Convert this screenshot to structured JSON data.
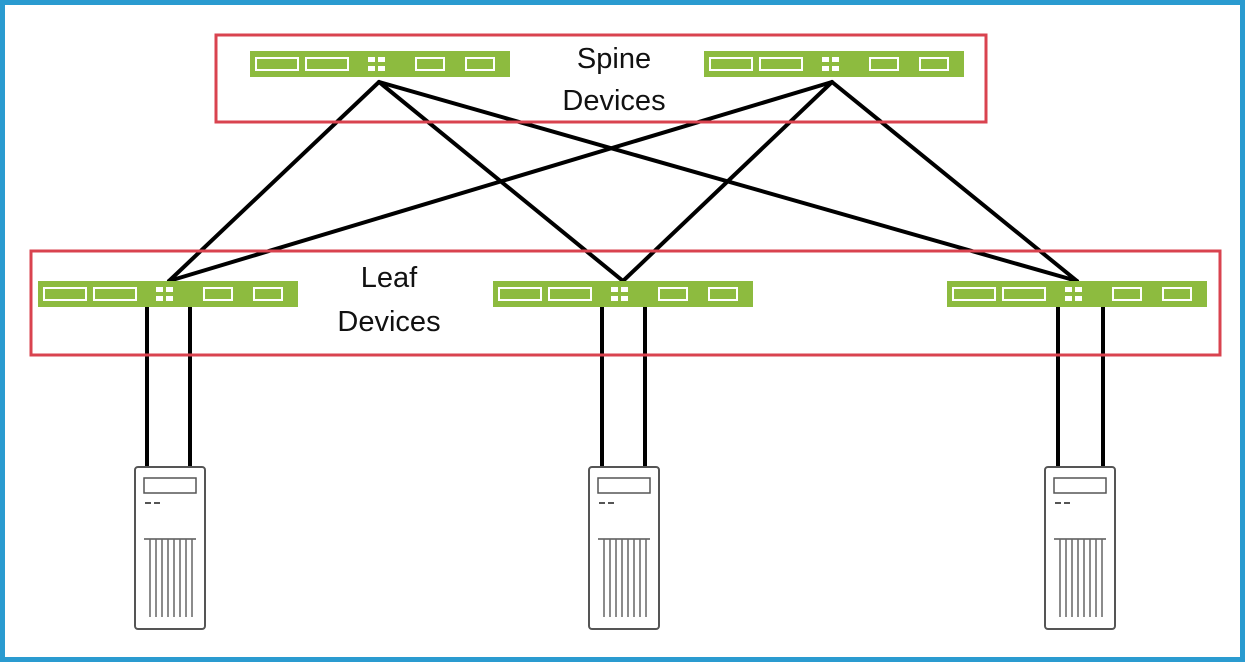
{
  "diagram": {
    "spine": {
      "label_line1": "Spine",
      "label_line2": "Devices"
    },
    "leaf": {
      "label_line1": "Leaf",
      "label_line2": "Devices"
    }
  },
  "colors": {
    "frame_border": "#2a9bd0",
    "group_box": "#d9434f",
    "switch_green": "#8dbb3f",
    "link": "#000000"
  },
  "icons": {
    "switch": "network-switch-icon",
    "server": "tower-server-icon"
  }
}
